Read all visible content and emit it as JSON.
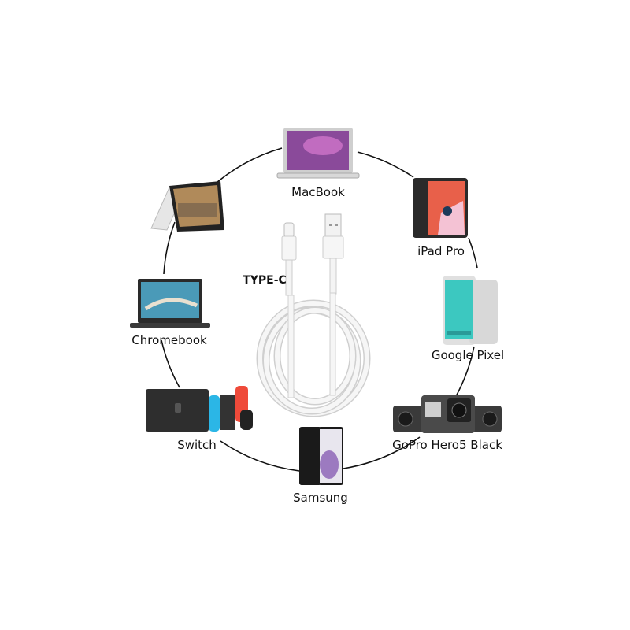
{
  "cable_label": "TYPE-C",
  "devices": [
    {
      "name": "MacBook"
    },
    {
      "name": "iPad Pro"
    },
    {
      "name": "Google Pixel"
    },
    {
      "name": "GoPro Hero5 Black"
    },
    {
      "name": "Samsung"
    },
    {
      "name": "Switch"
    },
    {
      "name": "Chromebook"
    },
    {
      "name": ""
    }
  ],
  "colors": {
    "ring": "#111111",
    "cable": "#f2f2f2",
    "cable_outline": "#c8c8c8",
    "macbook_screen": "#8a4a9a",
    "ipad_screen": "#e8604a",
    "pixel_screen": "#3cc8c0",
    "switch_left": "#2bb6e6",
    "switch_right": "#ef4a3a",
    "samsung_screen": "#9c7ac0",
    "gopro_body": "#4a4a4a",
    "chromebook_screen": "#4a9ab8"
  }
}
